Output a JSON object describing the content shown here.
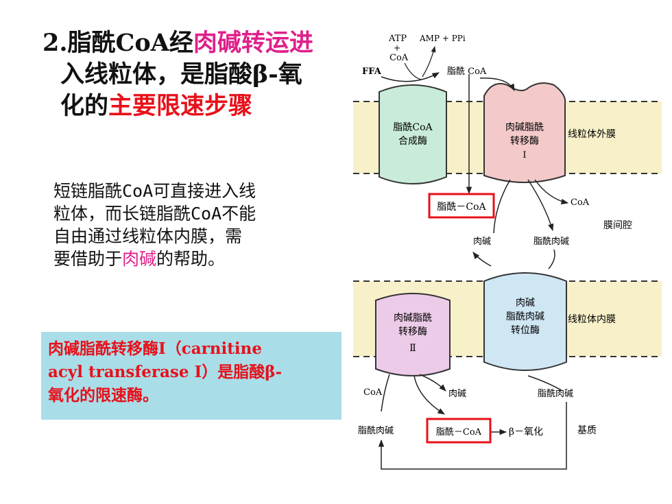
{
  "heading": {
    "line1_a": "2.脂酰CoA经",
    "line1_b": "肉碱转运进",
    "line2": "入线粒体，是脂酸β-氧",
    "line3_a": "化的",
    "line3_b": "主要限速步骤"
  },
  "body": {
    "line1": "短链脂酰CoA可直接进入线",
    "line2": "粒体，而长链脂酰CoA不能",
    "line3": "自由通过线粒体内膜，需",
    "line4_a": "要借助于",
    "line4_b": "肉碱",
    "line4_c": "的帮助。"
  },
  "note": {
    "line1": "肉碱脂酰转移酶I（carnitine",
    "line2": "acyl transferase I）是脂酸β-",
    "line3": "氧化的限速酶。"
  },
  "diagram": {
    "atp": "ATP",
    "plus": "+",
    "coa_top": "CoA",
    "amp": "AMP + PPi",
    "ffa": "FFA",
    "acyl_coa_top": "脂酰 CoA",
    "synthase_1": "脂酰CoA",
    "synthase_2": "合成酶",
    "cat1_1": "肉碱脂酰",
    "cat1_2": "转移酶",
    "cat1_3": "I",
    "outer_membrane": "线粒体外膜",
    "acyl_coa_mid": "脂酰－CoA",
    "coa_mid": "CoA",
    "intermembrane": "膜间腔",
    "carnitine_mid": "肉碱",
    "acylcarnitine_mid": "脂酰肉碱",
    "cat2_1": "肉碱脂酰",
    "cat2_2": "转移酶",
    "cat2_3": "Ⅱ",
    "translocase_1": "肉碱",
    "translocase_2": "脂酰肉碱",
    "translocase_3": "转位酶",
    "inner_membrane": "线粒体内膜",
    "coa_bottom": "CoA",
    "carnitine_bottom": "肉碱",
    "acylcarnitine_right": "脂酰肉碱",
    "acylcarnitine_left": "脂酰肉碱",
    "acyl_coa_bottom": "脂酰－CoA",
    "beta_ox": "β－氧化",
    "matrix": "基质"
  }
}
